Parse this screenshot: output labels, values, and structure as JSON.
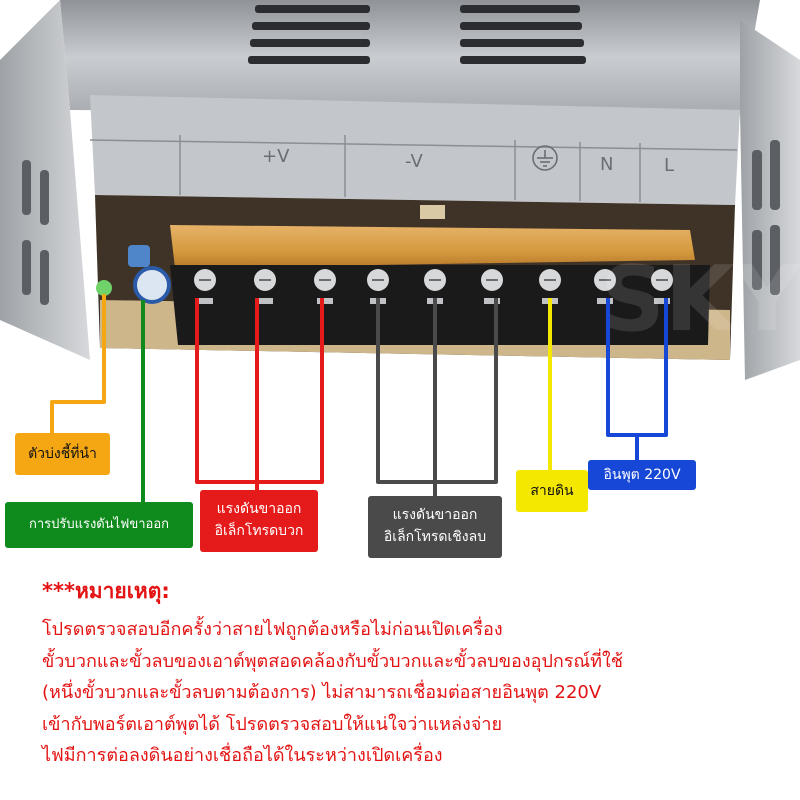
{
  "terminal_marks": {
    "plus_v": "+V",
    "minus_v": "-V",
    "n": "N",
    "l": "L"
  },
  "labels": {
    "indicator": "ตัวบ่งชี้ที่นำ",
    "adjust": "การปรับแรงดันไฟขาออก",
    "positive": "แรงดันขาออก\nอิเล็กโทรดบวก",
    "negative": "แรงดันขาออก\nอิเล็กโทรดเชิงลบ",
    "ground": "สายดิน",
    "input": "อินพุต 220V"
  },
  "note": {
    "title": "***หมายเหตุ:",
    "lines": [
      "โปรดตรวจสอบอีกครั้งว่าสายไฟถูกต้องหรือไม่ก่อนเปิดเครื่อง",
      "ขั้วบวกและขั้วลบของเอาต์พุตสอดคล้องกับขั้วบวกและขั้วลบของอุปกรณ์ที่ใช้",
      "(หนึ่งขั้วบวกและขั้วลบตามต้องการ) ไม่สามารถเชื่อมต่อสายอินพุต 220V",
      "เข้ากับพอร์ตเอาต์พุตได้ โปรดตรวจสอบให้แน่ใจว่าแหล่งจ่าย",
      "ไฟมีการต่อลงดินอย่างเชื่อถือได้ในระหว่างเปิดเครื่อง"
    ]
  },
  "colors": {
    "indicator": "#f5a713",
    "adjust": "#0f8a1c",
    "positive": "#e51b1b",
    "negative": "#4a4a4a",
    "ground": "#f5e800",
    "input": "#1747d6",
    "note_text": "#e31313"
  }
}
